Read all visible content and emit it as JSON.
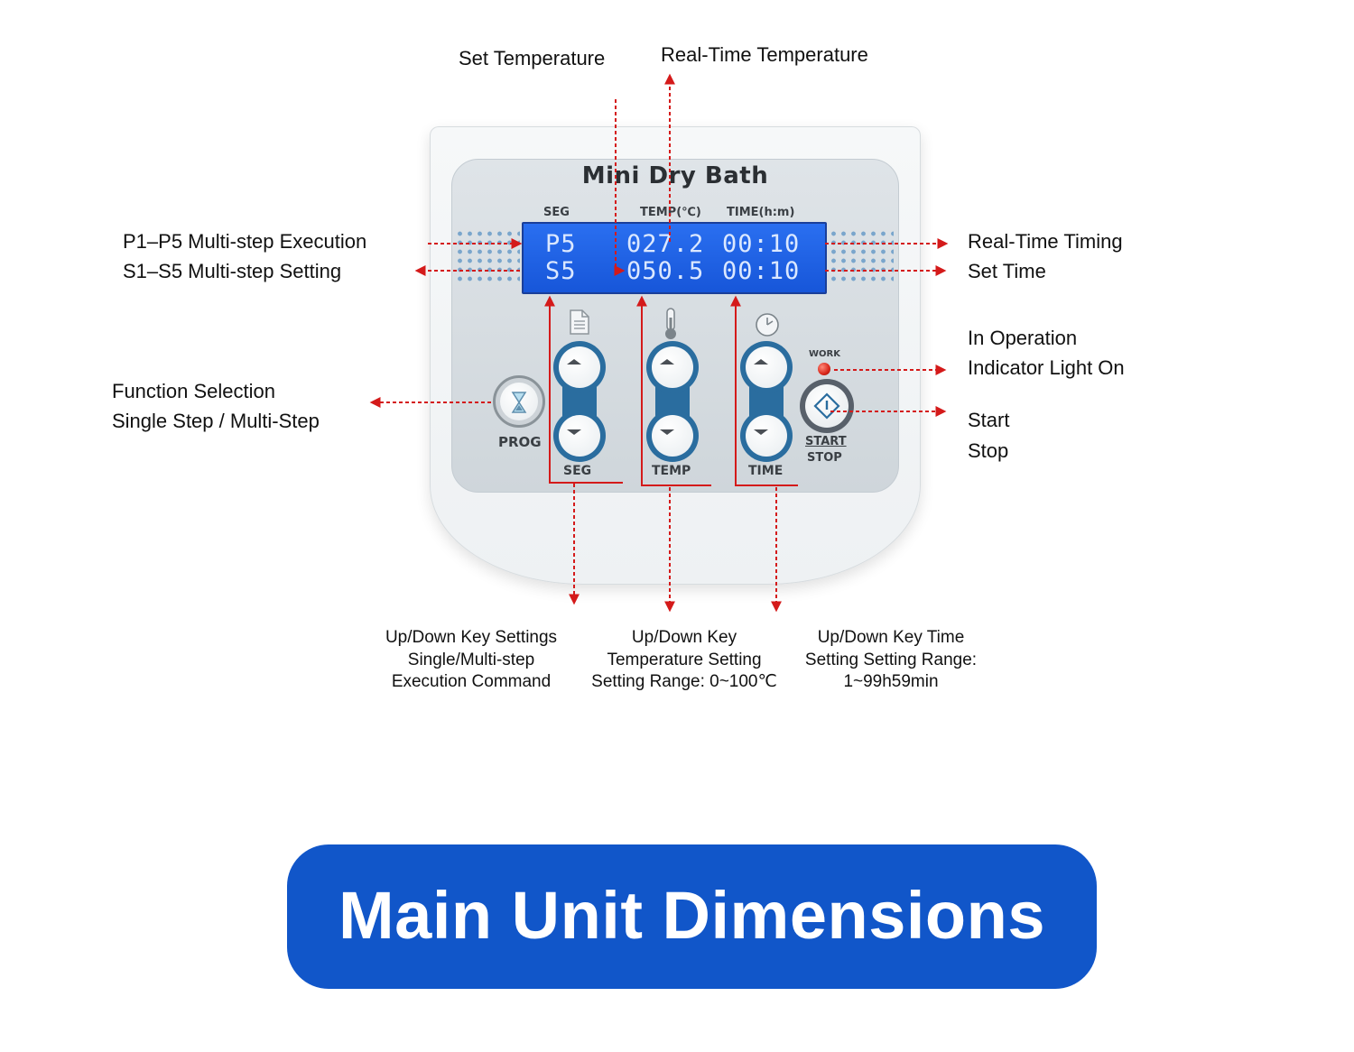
{
  "device": {
    "title": "Mini Dry Bath",
    "columns": {
      "seg": "SEG",
      "temp": "TEMP(℃)",
      "time": "TIME(h:m)"
    },
    "lcd": {
      "row1": {
        "seg": "P5",
        "temp": "027.2",
        "time": "00:10"
      },
      "row2": {
        "seg": "S5",
        "temp": "050.5",
        "time": "00:10"
      }
    },
    "keys": {
      "prog": "PROG",
      "seg": "SEG",
      "temp": "TEMP",
      "time": "TIME",
      "work": "WORK",
      "start": "START",
      "stop": "STOP"
    },
    "icons": [
      "document-icon",
      "thermometer-icon",
      "clock-icon",
      "hourglass-icon",
      "start-stop-icon"
    ],
    "colors": {
      "lcd": "#1d5fe0",
      "key_accent": "#2a6d9f",
      "annotation": "#d41a1a",
      "banner": "#1156c9"
    }
  },
  "annotations": {
    "set_temperature": "Set Temperature",
    "real_time_temperature": "Real-Time Temperature",
    "p_execution": "P1–P5 Multi-step Execution",
    "s_setting": "S1–S5 Multi-step Setting",
    "function_selection": "Function Selection",
    "single_multi_step": "Single Step / Multi-Step",
    "real_time_timing": "Real-Time Timing",
    "set_time": "Set Time",
    "in_operation": "In Operation",
    "indicator_light_on": "Indicator Light On",
    "start": "Start",
    "stop": "Stop",
    "seg_keys": [
      "Up/Down Key Settings",
      "Single/Multi-step",
      "Execution Command"
    ],
    "temp_keys": [
      "Up/Down Key",
      "Temperature Setting",
      "Setting Range: 0~100℃"
    ],
    "time_keys": [
      "Up/Down Key Time",
      "Setting Setting Range:",
      "1~99h59min"
    ]
  },
  "banner": {
    "text": "Main Unit Dimensions"
  }
}
